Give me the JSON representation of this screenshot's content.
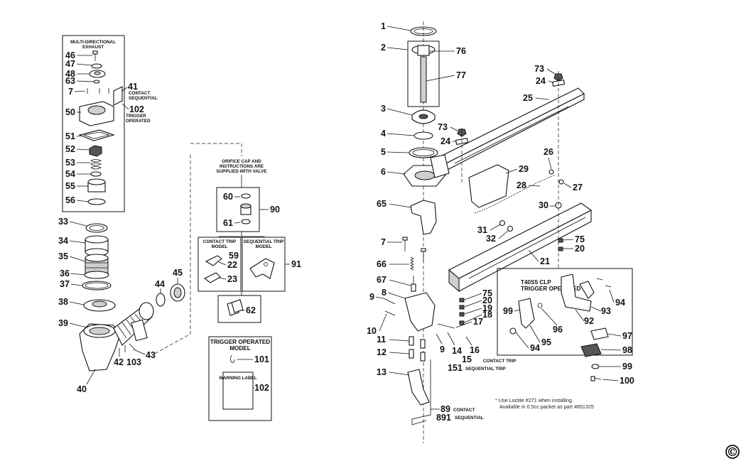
{
  "callouts": {
    "c1": "1",
    "c2": "2",
    "c76": "76",
    "c77": "77",
    "c3": "3",
    "c4": "4",
    "c5": "5",
    "c6": "6",
    "c65": "65",
    "c7r": "7",
    "c66": "66",
    "c67": "67",
    "c9a": "9",
    "c8": "8",
    "c10": "10",
    "c11": "11",
    "c12": "12",
    "c13": "13",
    "c9b": "9",
    "c14": "14",
    "c16": "16",
    "c15": "15",
    "c151": "151",
    "c75a": "75",
    "c20a": "20",
    "c19": "19",
    "c18": "18",
    "c17": "17",
    "c89": "89",
    "c891": "891",
    "c73a": "73",
    "c24a": "24",
    "c25": "25",
    "c73b": "73",
    "c24b": "24",
    "c26": "26",
    "c29": "29",
    "c28": "28",
    "c27": "27",
    "c30": "30",
    "c31": "31",
    "c32": "32",
    "c75b": "75",
    "c20b": "20",
    "c21": "21",
    "c93": "93",
    "c94a": "94",
    "c92": "92",
    "c96": "96",
    "c99a": "99",
    "c95": "95",
    "c94b": "94",
    "c97": "97",
    "c98": "98",
    "c99b": "99",
    "c100": "100",
    "c46": "46",
    "c47": "47",
    "c48": "48",
    "c63": "63",
    "c7l": "7",
    "c41": "41",
    "c102a": "102",
    "c50": "50",
    "c51": "51",
    "c52": "52",
    "c53": "53",
    "c54": "54",
    "c55": "55",
    "c56": "56",
    "c33": "33",
    "c34": "34",
    "c35": "35",
    "c36": "36",
    "c37": "37",
    "c38": "38",
    "c39": "39",
    "c40": "40",
    "c42": "42",
    "c103": "103",
    "c43": "43",
    "c44": "44",
    "c45": "45",
    "c60": "60",
    "c61": "61",
    "c90": "90",
    "c59": "59",
    "c22": "22",
    "c23": "23",
    "c91": "91",
    "c62": "62",
    "c101": "101",
    "c102b": "102"
  },
  "labels": {
    "multi_directional_1": "MULTI-DIRECTIONAL",
    "multi_directional_2": "EXHAUST",
    "contact_small": "CONTACT",
    "sequential_small": "SEQUENTIAL",
    "trigger_small": "TRIGGER",
    "operated_small": "OPERATED",
    "orifice_1": "ORIFICE CAP AND",
    "orifice_2": "INSTRUCTIONS ARE",
    "orifice_3": "SUPPLIED WITH VALVE",
    "contact_trip_1": "CONTACT TRIP",
    "contact_trip_2": "MODEL",
    "sequential_trip_1": "SEQUENTIAL TRIP",
    "sequential_trip_2": "MODEL",
    "trigger_operated_model_1": "TRIGGER OPERATED",
    "trigger_operated_model_2": "MODEL",
    "warning_label": "WARNING LABEL",
    "contact_trip_note": "CONTACT TRIP",
    "sequential_trip_note": "SEQUENTIAL TRIP",
    "contact_89": "CONTACT",
    "sequential_891": "SEQUENTIAL",
    "inset_title_1": "T40S5 CLP",
    "inset_title_2": "TRIGGER OPERATED",
    "loctite_1": "* Use Loctite #271 when installing.",
    "loctite_2": "Available in 0.5cc packet as part #851325",
    "copyright": "©"
  }
}
